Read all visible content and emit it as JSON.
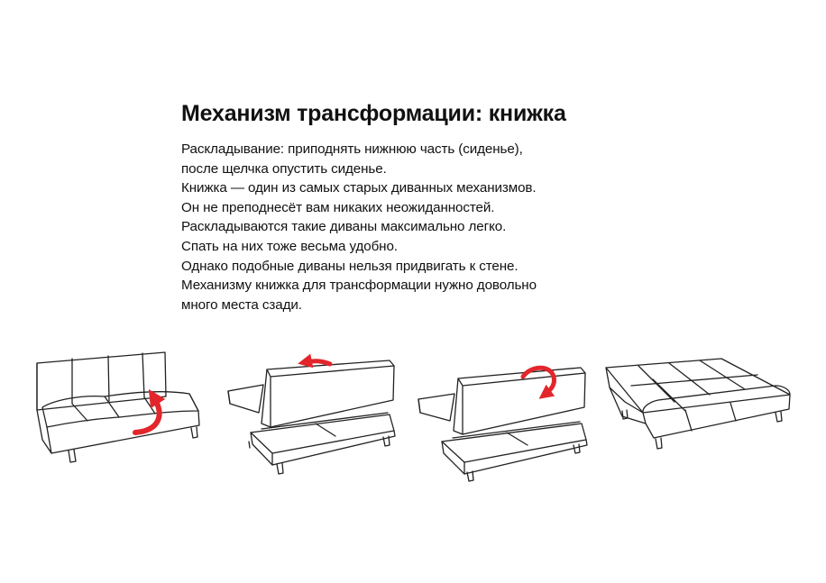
{
  "title": "Механизм трансформации: книжка",
  "description_lines": [
    "Раскладывание: приподнять нижнюю часть (сиденье),",
    "после щелчка опустить сиденье.",
    "Книжка — один из самых старых диванных механизмов.",
    "Он не преподнесёт вам никаких неожиданностей.",
    "Раскладываются такие диваны максимально легко.",
    "Спать на них тоже весьма удобно.",
    "Однако подобные диваны нельзя придвигать к стене.",
    "Механизму книжка для трансформации нужно довольно",
    "много места сзади."
  ],
  "colors": {
    "text": "#111111",
    "line": "#222222",
    "arrow": "#e2262b",
    "background": "#ffffff"
  },
  "steps": [
    {
      "icon": "sofa-folded-icon",
      "arrow": "curved-up-arrow-icon"
    },
    {
      "icon": "sofa-seat-raised-icon",
      "arrow": "back-arrow-icon"
    },
    {
      "icon": "sofa-seat-lowering-icon",
      "arrow": "circular-down-arrow-icon"
    },
    {
      "icon": "sofa-unfolded-bed-icon",
      "arrow": ""
    }
  ]
}
